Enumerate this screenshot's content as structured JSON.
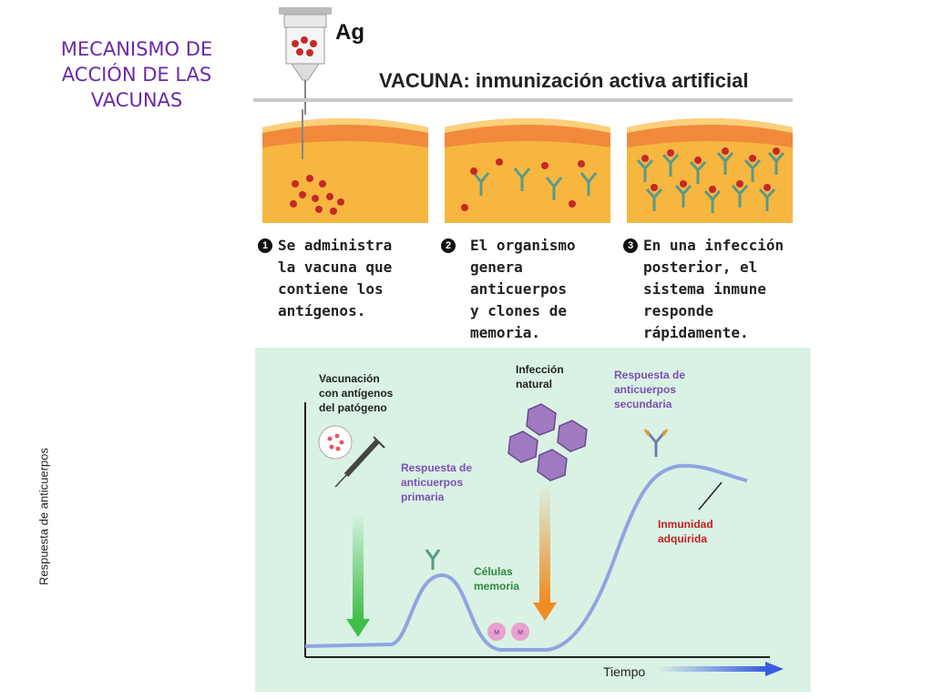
{
  "slide_title": [
    "MECANISMO DE",
    "ACCIÓN DE LAS",
    "VACUNAS"
  ],
  "top": {
    "ag_label": "Ag",
    "header": "VACUNA: inmunización activa artificial"
  },
  "steps": [
    {
      "number": "1",
      "lines": [
        "Se administra",
        "la vacuna que",
        "contiene los",
        "antígenos."
      ]
    },
    {
      "number": "2",
      "lines": [
        "El organismo",
        "genera",
        "anticuerpos",
        "y clones de",
        "memoria."
      ]
    },
    {
      "number": "3",
      "lines": [
        "En una infección",
        "posterior, el",
        "sistema inmune",
        "responde",
        "rápidamente."
      ]
    }
  ],
  "graph": {
    "ylabel": "Respuesta de anticuerpos",
    "xlabel": "Tiempo",
    "vacunacion": [
      "Vacunación",
      "con antígenos",
      "del patógeno"
    ],
    "primaria": [
      "Respuesta de",
      "anticuerpos",
      "primaria"
    ],
    "infeccion": [
      "Infección",
      "natural"
    ],
    "secundaria": [
      "Respuesta de",
      "anticuerpos",
      "secundaria"
    ],
    "celulas": [
      "Células",
      "memoria"
    ],
    "inmunidad": [
      "Inmunidad",
      "adquirida"
    ],
    "memory_cell_glyph": "M"
  },
  "colors": {
    "title": "#6a2aa8",
    "skin_top": "#f08a3a",
    "skin_body": "#f7b640",
    "antigen": "#c62828",
    "antibody": "#5a9a8a",
    "graph_bg": "#d9f2e4",
    "curve": "#8fa4e0",
    "arrow_green": "#3fbf4a",
    "arrow_orange": "#f08a22",
    "arrow_blue": "#3a5ce0",
    "virus": "#a07ac0"
  }
}
